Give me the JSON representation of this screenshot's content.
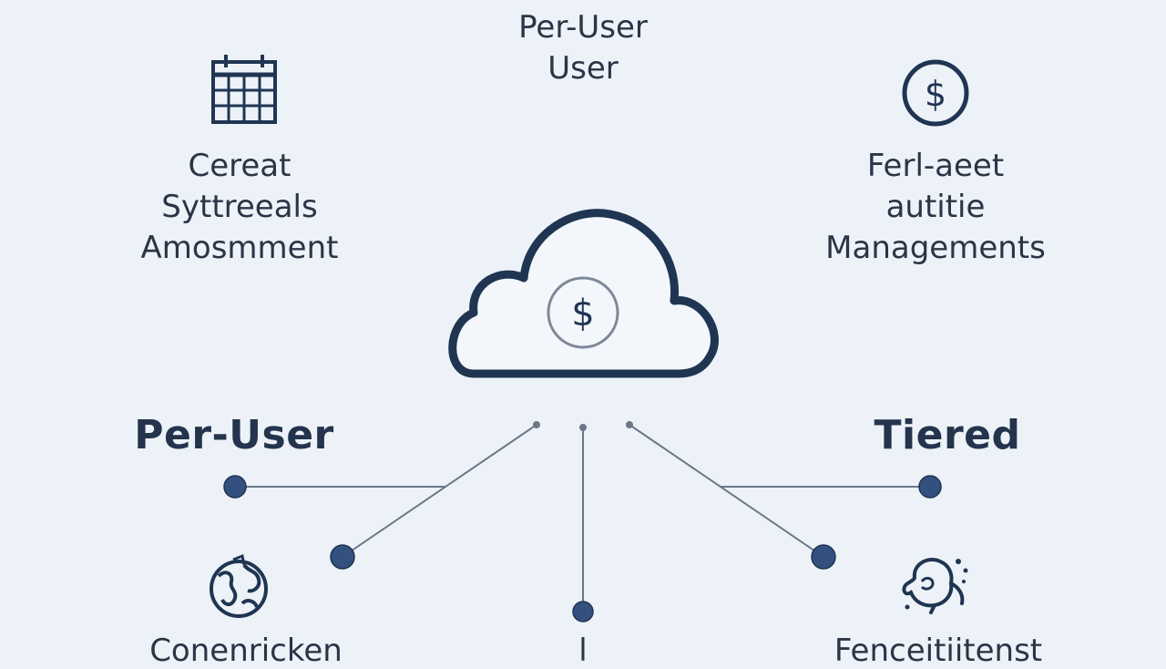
{
  "top_label": {
    "line1": "Per-User",
    "line2": "User"
  },
  "left_label": {
    "line1": "Cereat",
    "line2": "Syttreeals",
    "line3": "Amosmment"
  },
  "right_label": {
    "line1": "Ferl-aeet",
    "line2": "autitie",
    "line3": "Managements"
  },
  "left_heading": "Per-User",
  "right_heading": "Tiered",
  "bottom_left_label": "Conenricken",
  "bottom_center_label": "l",
  "bottom_right_label": "Fenceitiitenst",
  "icons": {
    "top_left": "calendar-icon",
    "top_right": "dollar-circle-icon",
    "center": "cloud-dollar-icon",
    "bottom_left": "globe-icon",
    "bottom_right": "elephant-icon"
  },
  "colors": {
    "background": "#edf2f8",
    "stroke": "#1f3552",
    "node": "#33507f",
    "line": "#6b7788"
  }
}
